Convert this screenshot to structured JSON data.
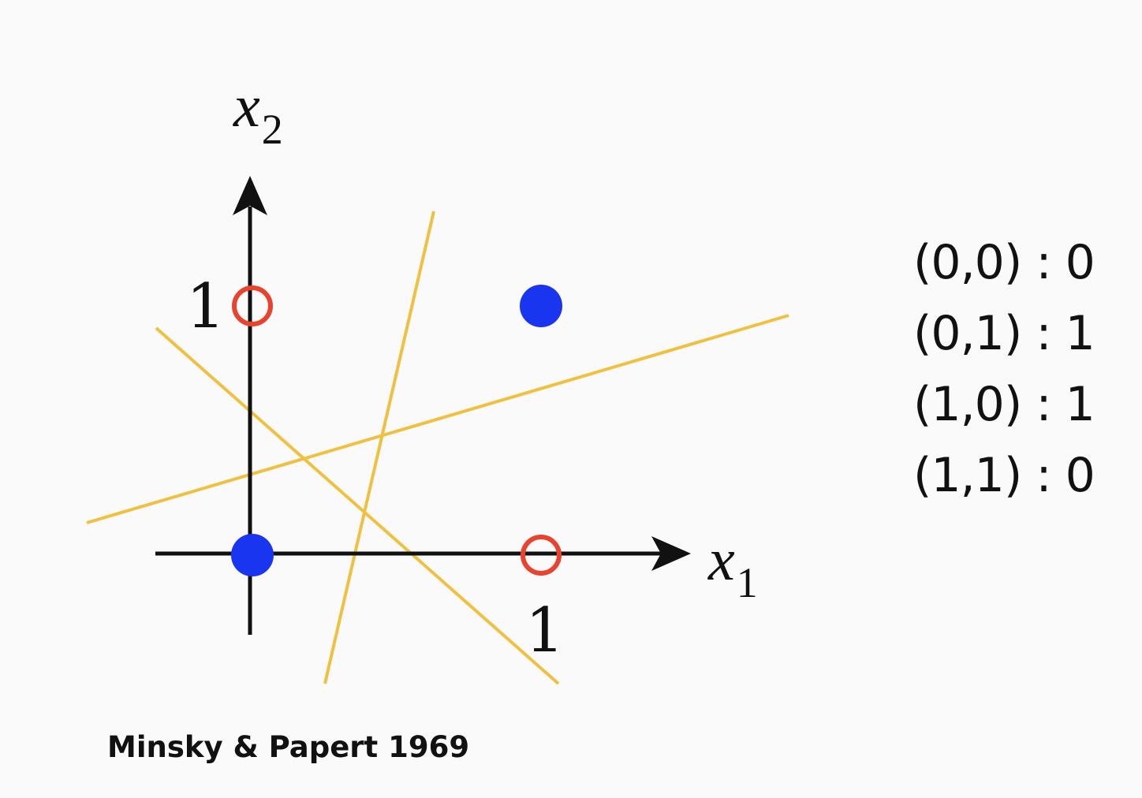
{
  "diagram": {
    "axes": {
      "x_label": "x",
      "x_subscript": "1",
      "y_label": "x",
      "y_subscript": "2",
      "x_tick": "1",
      "y_tick": "1"
    },
    "points": [
      {
        "x": 0,
        "y": 0,
        "style": "filled",
        "color": "#1a35f0"
      },
      {
        "x": 0,
        "y": 1,
        "style": "hollow",
        "color": "#e8432e"
      },
      {
        "x": 1,
        "y": 0,
        "style": "hollow",
        "color": "#e8432e"
      },
      {
        "x": 1,
        "y": 1,
        "style": "filled",
        "color": "#1a35f0"
      }
    ],
    "line_color": "#f0c040",
    "axis_color": "#111111"
  },
  "truth_table": [
    {
      "input": "(0,0)",
      "output": "0"
    },
    {
      "input": "(0,1)",
      "output": "1"
    },
    {
      "input": "(1,0)",
      "output": "1"
    },
    {
      "input": "(1,1)",
      "output": "0"
    }
  ],
  "caption": "Minsky & Papert 1969"
}
